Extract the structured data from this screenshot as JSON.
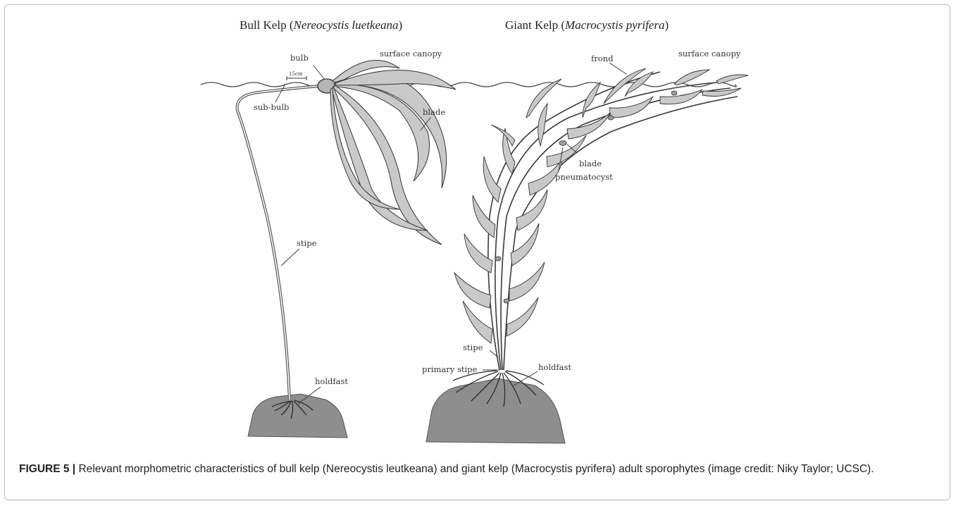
{
  "figure": {
    "bull_title_common": "Bull Kelp (",
    "bull_title_sci": "Nereocystis luetkeana",
    "bull_title_close": ")",
    "giant_title_common": "Giant Kelp (",
    "giant_title_sci": "Macrocystis pyrifera",
    "giant_title_close": ")",
    "bull_labels": {
      "bulb": "bulb",
      "surface_canopy": "surface canopy",
      "scale": "15cm",
      "sub_bulb": "sub-bulb",
      "blade": "blade",
      "stipe": "stipe",
      "holdfast": "holdfast"
    },
    "giant_labels": {
      "frond": "frond",
      "surface_canopy": "surface canopy",
      "blade": "blade",
      "pneumatocyst": "pneumatocyst",
      "stipe": "stipe",
      "primary_stipe": "primary stipe",
      "holdfast": "holdfast"
    },
    "colors": {
      "ink": "#333333",
      "kelp_fill": "#c9c9c9",
      "rock_fill": "#8e8e8e"
    }
  },
  "caption": {
    "label": "FIGURE 5 |",
    "text": " Relevant morphometric characteristics of bull kelp (Nereocystis leutkeana) and giant kelp (Macrocystis pyrifera) adult sporophytes (image credit: Niky Taylor; UCSC)."
  }
}
